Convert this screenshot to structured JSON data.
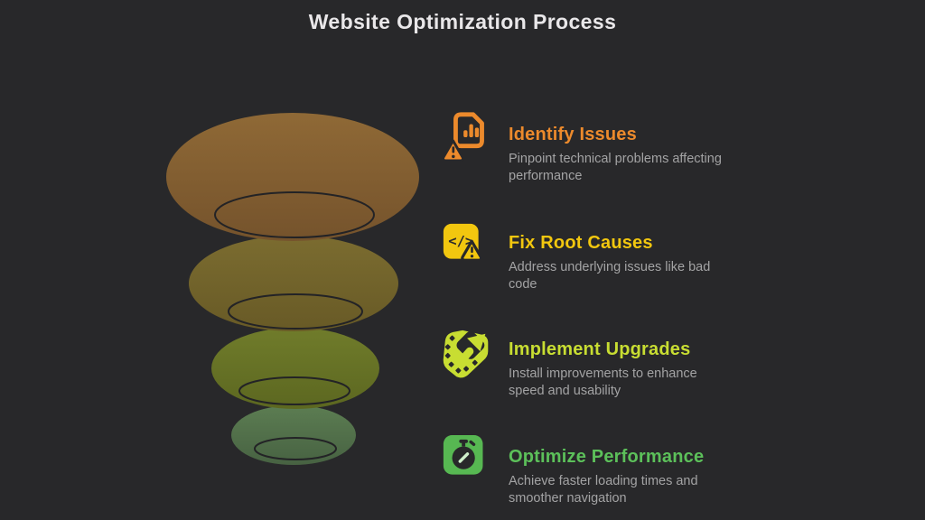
{
  "title": "Website Optimization Process",
  "background_color": "#28282A",
  "title_color": "#E9E7E9",
  "description_color": "#A3A3A4",
  "funnel": {
    "tiers": [
      {
        "name": "tier-1-top",
        "color": "#7E5B31",
        "gradient_top": "#8F6936",
        "gradient_bottom": "#75532C"
      },
      {
        "name": "tier-2",
        "color": "#70622B",
        "gradient_top": "#7B6C30",
        "gradient_bottom": "#685A26"
      },
      {
        "name": "tier-3",
        "color": "#677226",
        "gradient_top": "#707C2B",
        "gradient_bottom": "#5C6720"
      },
      {
        "name": "tier-4-bottom",
        "color": "#4F6B47",
        "gradient_top": "#5C7D52",
        "gradient_bottom": "#476242"
      }
    ],
    "outline_color": "#232326"
  },
  "steps": [
    {
      "title": "Identify Issues",
      "color": "#EC8A2C",
      "icon": "document-chart-warning-icon",
      "desc_line1": "Pinpoint technical problems affecting",
      "desc_line2": "performance"
    },
    {
      "title": "Fix Root Causes",
      "color": "#F2C70F",
      "icon": "code-warning-icon",
      "icon_glyph": "</>",
      "desc_line1": "Address underlying issues like bad",
      "desc_line2": "code"
    },
    {
      "title": "Implement Upgrades",
      "color": "#C8DD32",
      "icon": "upgrade-arrow-icon",
      "desc_line1": "Install improvements to enhance",
      "desc_line2": "speed and usability"
    },
    {
      "title": "Optimize Performance",
      "color": "#5CC05A",
      "icon": "stopwatch-icon",
      "desc_line1": "Achieve faster loading times and",
      "desc_line2": "smoother navigation"
    }
  ]
}
